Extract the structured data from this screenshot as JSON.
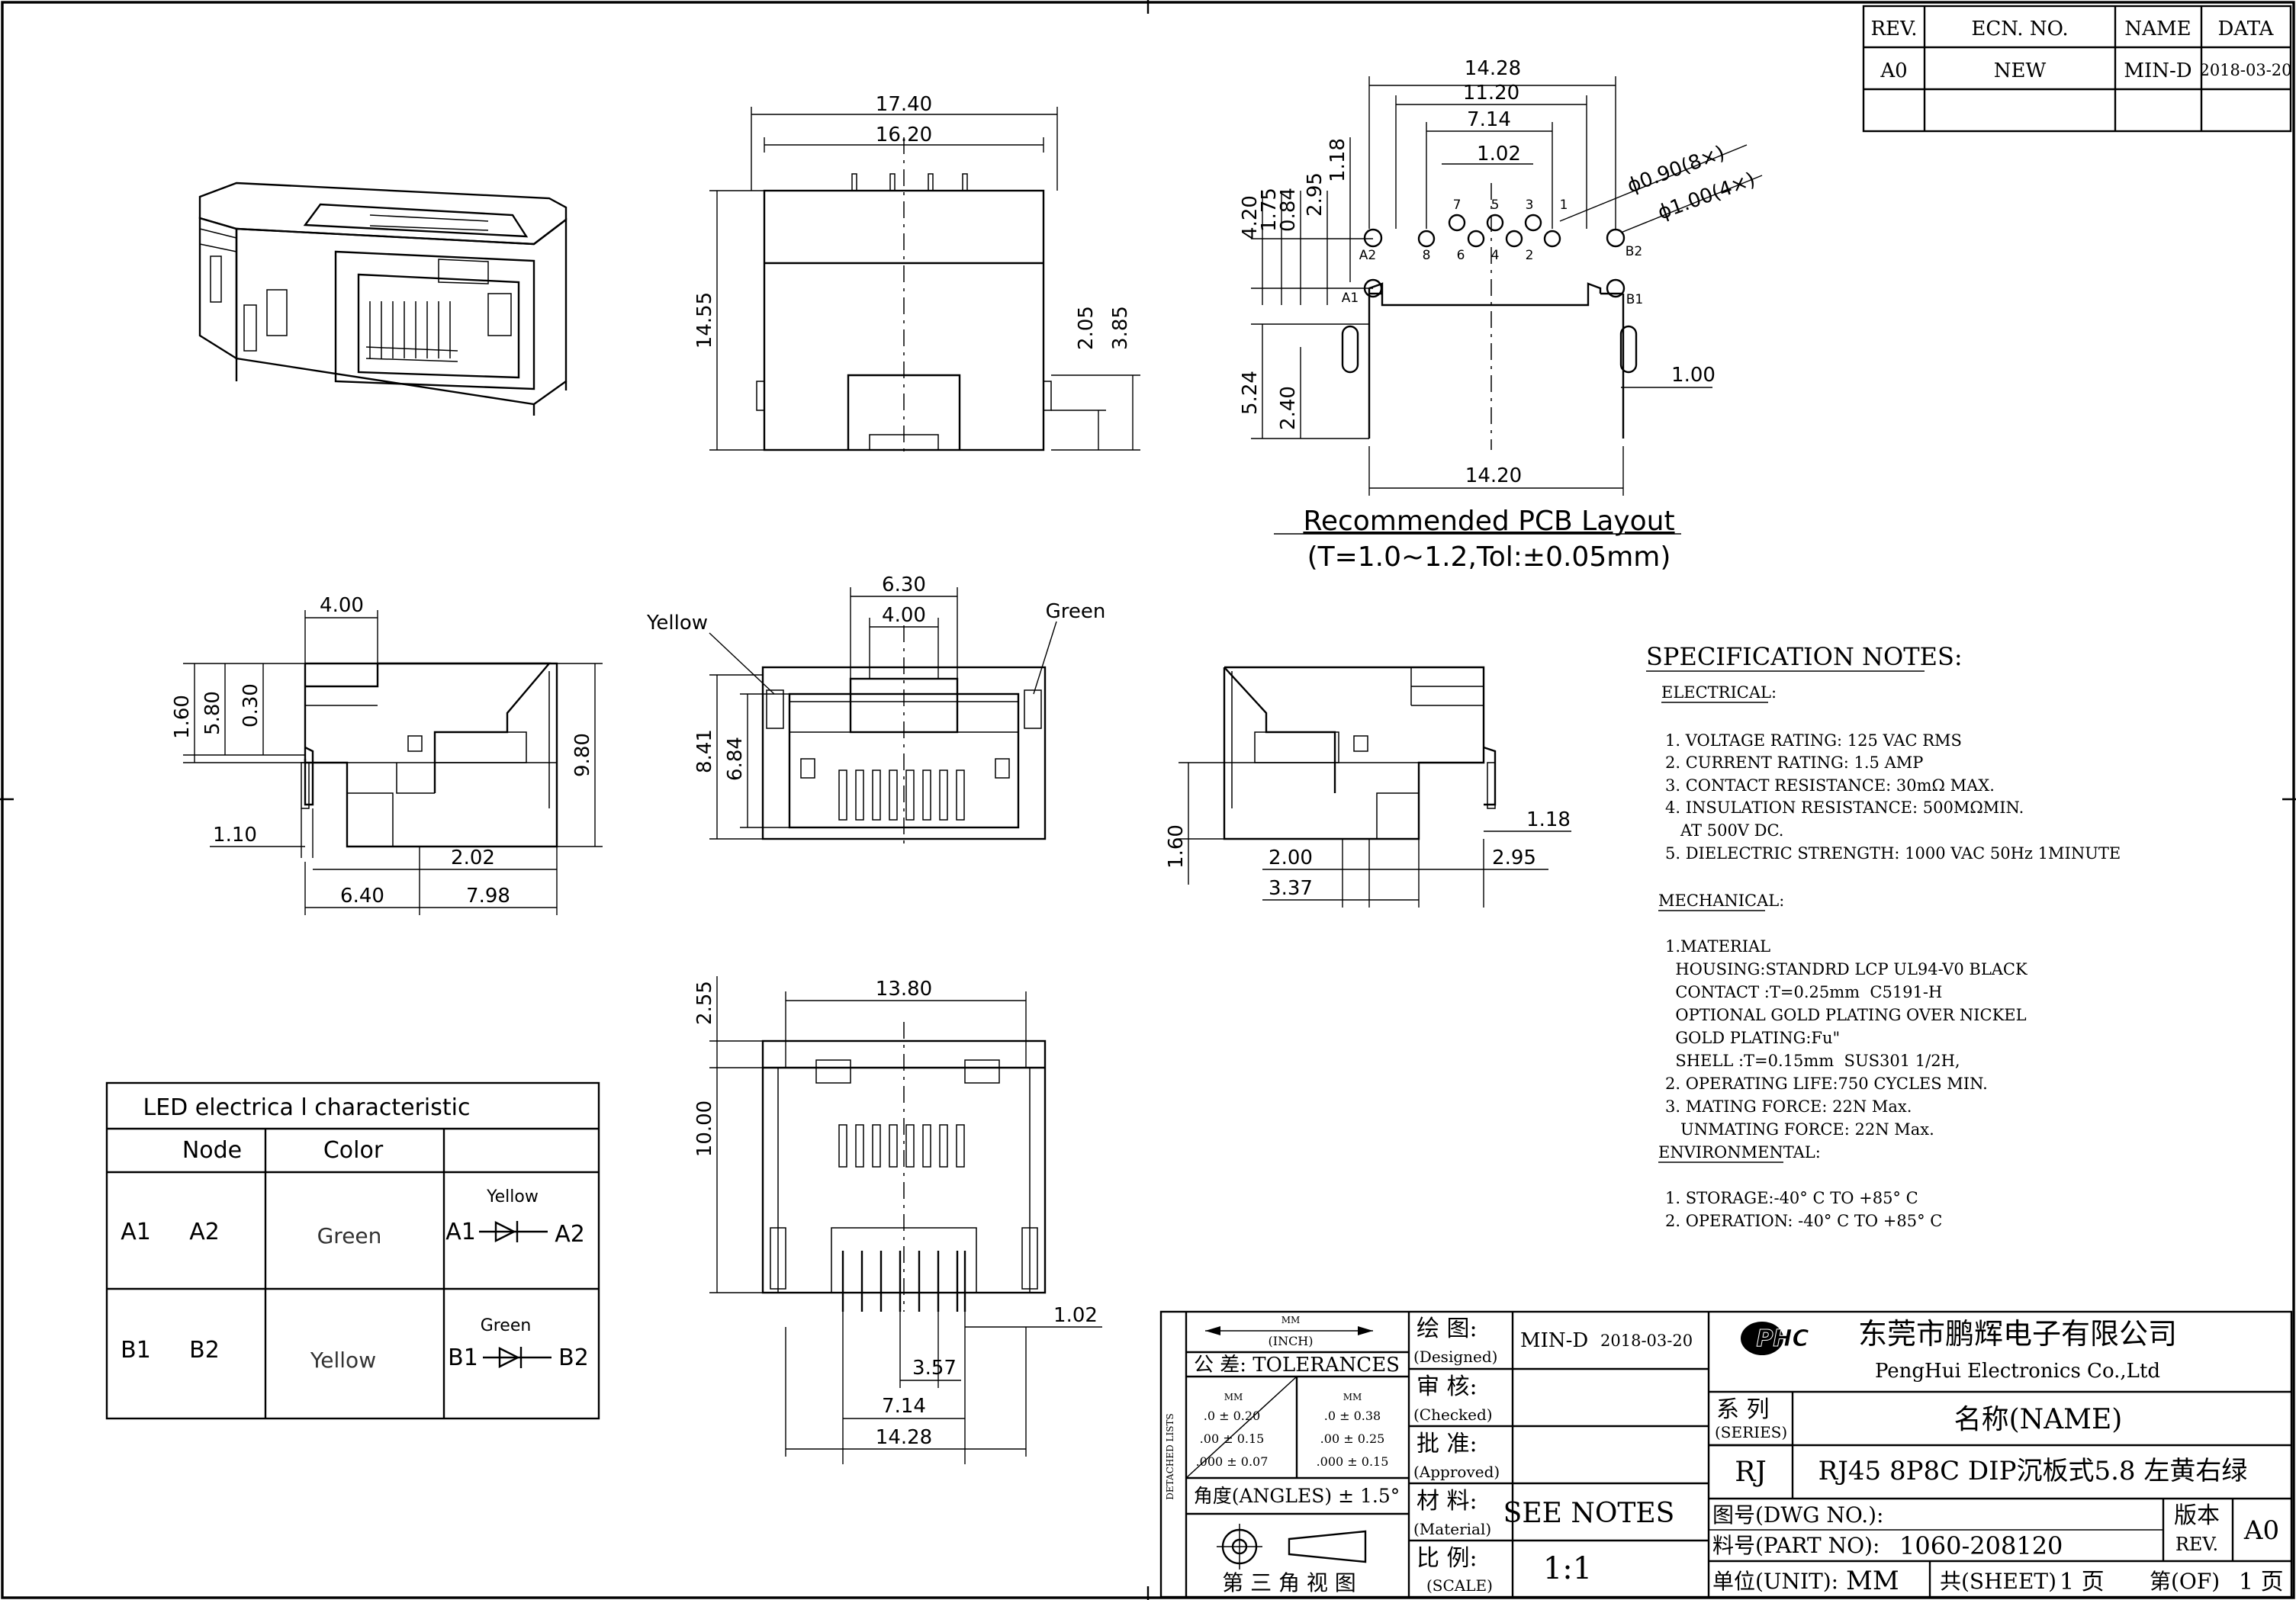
{
  "revision_table": {
    "headers": [
      "REV.",
      "ECN. NO.",
      "NAME",
      "DATA"
    ],
    "row": [
      "A0",
      "NEW",
      "MIN-D",
      "2018-03-20"
    ]
  },
  "dimensions": {
    "front": [
      "17.40",
      "16.20",
      "14.55",
      "2.05",
      "3.85"
    ],
    "pcb": [
      "14.28",
      "11.20",
      "7.14",
      "1.02",
      "1.18",
      "4.20",
      "1.75",
      "0.84",
      "2.95",
      "5.24",
      "2.40",
      "14.20",
      "1.00"
    ],
    "hole_notes": [
      "ϕ0.90(8×)",
      "ϕ1.00(4×)"
    ],
    "pin_numbers": [
      "8",
      "7",
      "6",
      "5",
      "4",
      "3",
      "2",
      "1"
    ],
    "pin_labels": [
      "A2",
      "A1",
      "B2",
      "B1"
    ],
    "side_left": [
      "4.00",
      "1.60",
      "5.80",
      "0.30",
      "9.80",
      "1.10",
      "2.02",
      "6.40",
      "7.98"
    ],
    "port": [
      "6.30",
      "4.00",
      "8.41",
      "6.84"
    ],
    "port_labels": [
      "Yellow",
      "Green"
    ],
    "side_right": [
      "1.60",
      "1.18",
      "2.00",
      "2.95",
      "3.37"
    ],
    "bottom": [
      "2.55",
      "13.80",
      "10.00",
      "1.02",
      "3.57",
      "7.14",
      "14.28"
    ]
  },
  "pcb_title": {
    "line1": "Recommended PCB Layout",
    "line2": "(T=1.0~1.2,Tol:±0.05mm)"
  },
  "led_table": {
    "title": "LED electrica    l characteristic",
    "headers": [
      "Node",
      "Color"
    ],
    "rows": [
      {
        "node_a": "A1",
        "node_b": "A2",
        "color": "Green",
        "diode_label": "Yellow"
      },
      {
        "node_a": "B1",
        "node_b": "B2",
        "color": "Yellow",
        "diode_label": "Green"
      }
    ]
  },
  "spec_notes": {
    "title": "SPECIFICATION NOTES:",
    "electrical_heading": "ELECTRICAL:",
    "electrical": [
      "1. VOLTAGE RATING: 125 VAC RMS",
      "2. CURRENT RATING: 1.5 AMP",
      "3. CONTACT RESISTANCE: 30mΩ MAX.",
      "4. INSULATION RESISTANCE: 500MΩMIN.",
      "   AT 500V DC.",
      "5. DIELECTRIC STRENGTH: 1000 VAC 50Hz 1MINUTE"
    ],
    "mechanical_heading": "MECHANICAL:",
    "mechanical": [
      "1.MATERIAL",
      "  HOUSING:STANDRD LCP UL94-V0 BLACK",
      "  CONTACT :T=0.25mm  C5191-H",
      "  OPTIONAL GOLD PLATING OVER NICKEL",
      "  GOLD PLATING:Fu\"",
      "  SHELL :T=0.15mm  SUS301 1/2H,",
      "2. OPERATING LIFE:750 CYCLES MIN.",
      "3. MATING FORCE: 22N Max.",
      "   UNMATING FORCE: 22N Max."
    ],
    "environmental_heading": "ENVIRONMENTAL:",
    "environmental": [
      "1. STORAGE:-40° C TO +85° C",
      "2. OPERATION: -40° C TO +85° C"
    ]
  },
  "title_block": {
    "unit_mm": "MM",
    "unit_inch": "(INCH)",
    "tolerances": "公  差: TOLERANCES",
    "detached": "DETACHED LISTS",
    "tol_mm_head": "MM",
    "tol_inch_rows": [
      ".0  ± 0.20",
      ".00 ± 0.15",
      ".000 ± 0.07"
    ],
    "tol_mm_rows": [
      ".0  ± 0.38",
      ".00 ± 0.25",
      ".000 ± 0.15"
    ],
    "angles": "角度(ANGLES)  ± 1.5°",
    "projection": "第 三 角 视 图",
    "designed_cn": "绘  图:",
    "designed_en": "(Designed)",
    "designer": "MIN-D",
    "design_date": "2018-03-20",
    "checked_cn": "审  核:",
    "checked_en": "(Checked)",
    "approved_cn": "批  准:",
    "approved_en": "(Approved)",
    "material_cn": "材  料:",
    "material_en": "(Material)",
    "material_value": "SEE NOTES",
    "scale_cn": "比  例:",
    "scale_en": "(SCALE)",
    "scale_value": "1:1",
    "logo": "PHC",
    "company_cn": "东莞市鹏辉电子有限公司",
    "company_en": "PengHui Electronics Co.,Ltd",
    "series_cn": "系  列",
    "series_en": "(SERIES)",
    "name_label": "名称(NAME)",
    "series_value": "RJ",
    "part_name": "RJ45 8P8C DIP沉板式5.8 左黄右绿",
    "dwg_no": "图号(DWG NO.):",
    "part_no_label": "料号(PART NO):",
    "part_no": "1060-208120",
    "rev_cn": "版本",
    "rev_en": "REV.",
    "rev_value": "A0",
    "unit_label": "单位(UNIT):",
    "unit_value": "MM",
    "sheet_label": "共(SHEET)",
    "sheet_value": "1 页",
    "of_label": "第(OF)",
    "of_value": "1 页"
  }
}
